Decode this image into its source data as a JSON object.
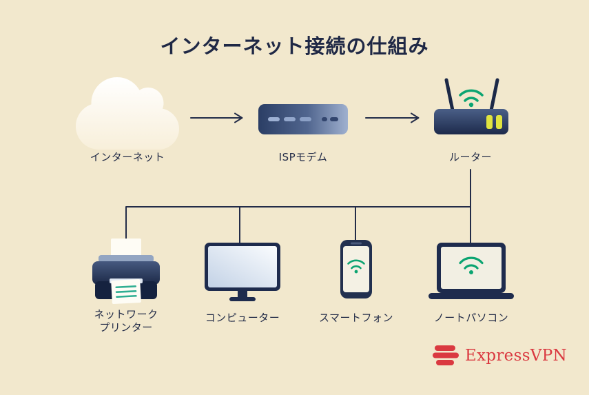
{
  "title": "インターネット接続の仕組み",
  "nodes": {
    "internet": {
      "label": "インターネット",
      "icon": "cloud-icon"
    },
    "modem": {
      "label": "ISPモデム",
      "icon": "modem-icon"
    },
    "router": {
      "label": "ルーター",
      "icon": "router-icon"
    }
  },
  "devices": [
    {
      "id": "network-printer",
      "icon": "printer-icon",
      "label": [
        "ネットワーク",
        "プリンター"
      ]
    },
    {
      "id": "computer",
      "icon": "computer-icon",
      "label": [
        "コンピューター"
      ]
    },
    {
      "id": "smartphone",
      "icon": "smartphone-icon",
      "label": [
        "スマートフォン"
      ]
    },
    {
      "id": "laptop",
      "icon": "laptop-icon",
      "label": [
        "ノートパソコン"
      ]
    }
  ],
  "connections": [
    {
      "from": "internet",
      "to": "modem",
      "style": "arrow"
    },
    {
      "from": "modem",
      "to": "router",
      "style": "arrow"
    },
    {
      "from": "router",
      "to": "network-printer",
      "style": "line"
    },
    {
      "from": "router",
      "to": "computer",
      "style": "line"
    },
    {
      "from": "router",
      "to": "smartphone",
      "style": "line"
    },
    {
      "from": "router",
      "to": "laptop",
      "style": "line"
    }
  ],
  "brand": {
    "wordmark": "ExpressVPN"
  },
  "colors": {
    "background": "#f2e8cd",
    "line_navy": "#232c48",
    "icon_navy_dark": "#1e2b4d",
    "icon_navy_light": "#9fb0cf",
    "wifi_green": "#0ba471",
    "indicator_yellow": "#e0e43f",
    "brand_red": "#da3940",
    "screen_light": "#f2efe3",
    "paper_white": "#fefcf5"
  }
}
